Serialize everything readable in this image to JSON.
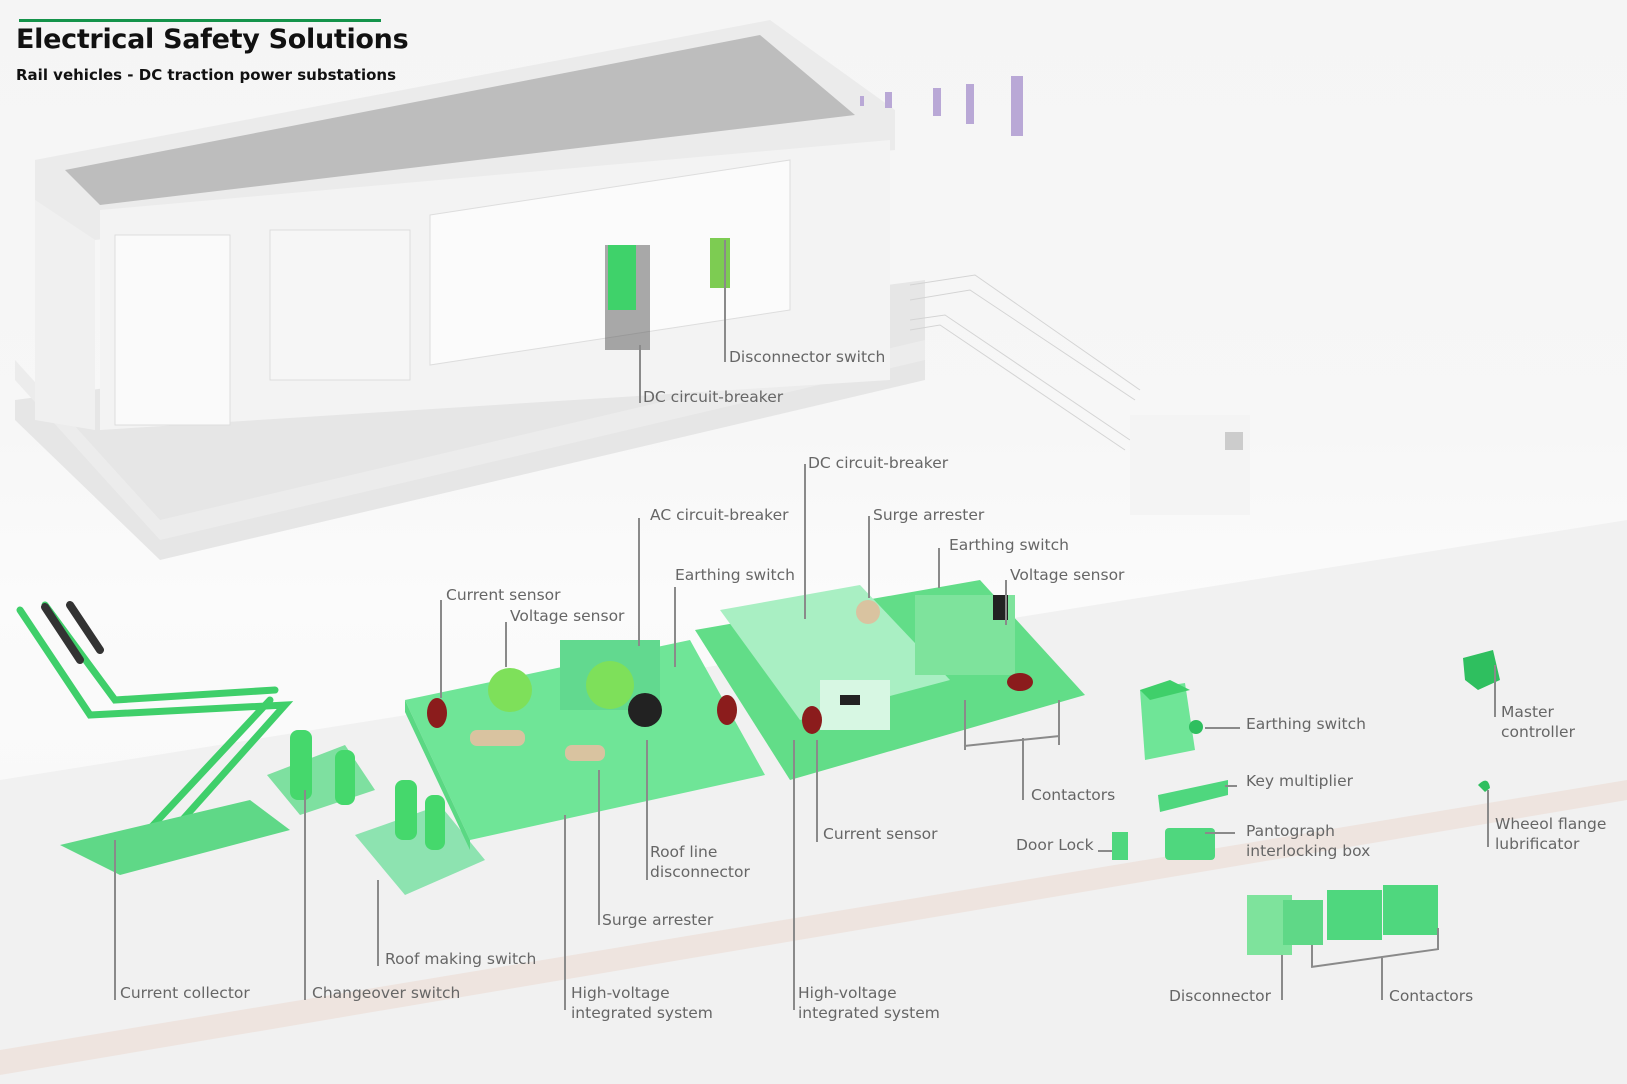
{
  "header": {
    "title": "Electrical Safety Solutions",
    "subtitle": "Rail vehicles - DC traction power substations"
  },
  "colors": {
    "accent": "#14934a",
    "component_green": "#5fe08c",
    "component_green_dark": "#2fbf5f",
    "label_gray": "#666666",
    "signal_purple": "#b9a8d6",
    "building_gray": "#e9e9e9"
  },
  "substation": {
    "labels": {
      "disconnector_switch": "Disconnector switch",
      "dc_circuit_breaker": "DC circuit-breaker"
    }
  },
  "vehicle": {
    "hv_system_1": {
      "current_sensor": "Current sensor",
      "voltage_sensor": "Voltage sensor",
      "ac_circuit_breaker": "AC circuit-breaker",
      "earthing_switch": "Earthing switch",
      "roof_line_disconnector_1": "Roof line",
      "roof_line_disconnector_2": "disconnector",
      "surge_arrester": "Surge arrester",
      "system_1": "High-voltage",
      "system_2": "integrated system"
    },
    "hv_system_2": {
      "dc_circuit_breaker": "DC circuit-breaker",
      "surge_arrester": "Surge arrester",
      "earthing_switch": "Earthing switch",
      "voltage_sensor": "Voltage sensor",
      "contactors": "Contactors",
      "current_sensor": "Current sensor",
      "system_1": "High-voltage",
      "system_2": "integrated system"
    },
    "roof": {
      "current_collector": "Current collector",
      "changeover_switch": "Changeover switch",
      "roof_making_switch": "Roof making switch"
    },
    "components": {
      "earthing_switch": "Earthing switch",
      "key_multiplier": "Key multiplier",
      "pantograph_1": "Pantograph",
      "pantograph_2": "interlocking box",
      "door_lock": "Door Lock",
      "master_controller_1": "Master",
      "master_controller_2": "controller",
      "wheel_flange_1": "Wheeol flange",
      "wheel_flange_2": "lubrificator",
      "disconnector": "Disconnector",
      "contactors": "Contactors"
    }
  }
}
